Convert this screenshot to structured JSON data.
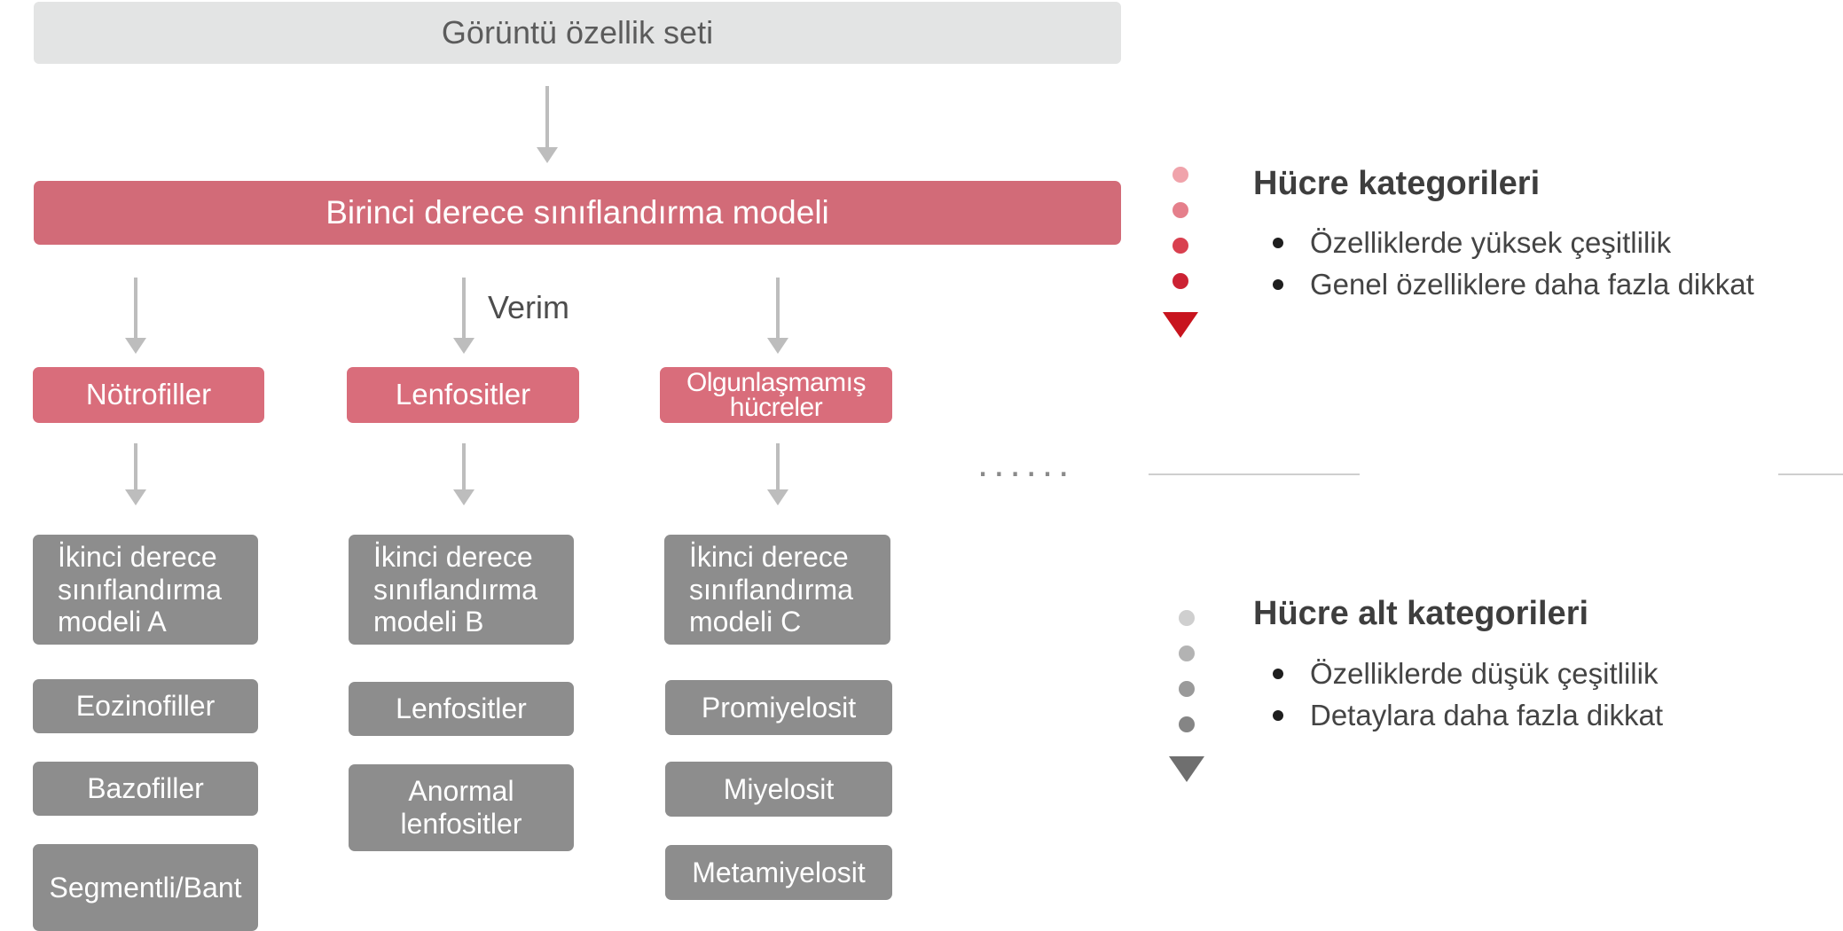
{
  "flow": {
    "top_label": "Görüntü özellik seti",
    "primary_model": "Birinci derece sınıflandırma modeli",
    "edge_label": "Verim",
    "ellipsis": "......",
    "columns": [
      {
        "category": "Nötrofiller",
        "model": "İkinci derece sınıflandırma modeli A",
        "subclasses": [
          "Eozinofiller",
          "Bazofiller",
          "Segmentli/Bant"
        ]
      },
      {
        "category": "Lenfositler",
        "model": "İkinci derece sınıflandırma modeli B",
        "subclasses": [
          "Lenfositler",
          "Anormal lenfositler"
        ]
      },
      {
        "category": "Olgunlaşmamış hücreler",
        "model": "İkinci derece sınıflandırma modeli C",
        "subclasses": [
          "Promiyelosit",
          "Miyelosit",
          "Metamiyelosit"
        ]
      }
    ]
  },
  "legend": {
    "categories": {
      "title": "Hücre kategorileri",
      "bullets": [
        "Özelliklerde yüksek çeşitlilik",
        "Genel özelliklere daha fazla dikkat"
      ],
      "dot_colors": [
        "#f0a3ab",
        "#e57f8b",
        "#d9404f",
        "#cc2233"
      ],
      "arrow_color": "#c8141e"
    },
    "subcategories": {
      "title": "Hücre alt kategorileri",
      "bullets": [
        "Özelliklerde düşük çeşitlilik",
        "Detaylara daha fazla dikkat"
      ],
      "dot_colors": [
        "#cfcfcf",
        "#b3b3b3",
        "#9a9a9a",
        "#858585"
      ],
      "arrow_color": "#6f6f6f"
    }
  },
  "colors": {
    "primary": "#d26b78",
    "category": "#d96d7b",
    "model": "#8d8d8d",
    "top": "#e3e4e4",
    "arrow": "#bdbdbd"
  }
}
